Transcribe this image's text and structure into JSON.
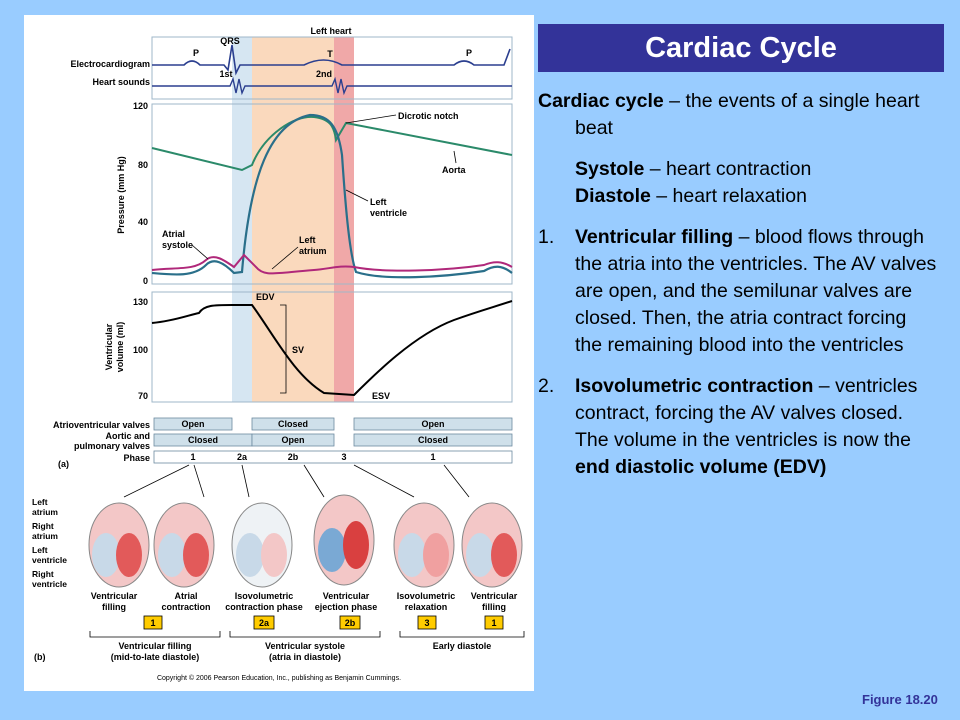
{
  "slide": {
    "title": "Cardiac Cycle",
    "figure_caption": "Figure 18.20"
  },
  "definition": {
    "term": "Cardiac cycle",
    "text": " – the events of a single heart beat"
  },
  "phases": {
    "systole_term": "Systole",
    "systole_text": " – heart contraction",
    "diastole_term": "Diastole",
    "diastole_text": " – heart relaxation"
  },
  "list": [
    {
      "number": "1.",
      "term": "Ventricular filling",
      "text": " – blood flows through the atria into the ventricles. The AV valves are open, and the semilunar valves are closed. Then, the atria contract forcing the remaining blood into the ventricles"
    },
    {
      "number": "2.",
      "term": "Isovolumetric contraction",
      "text": " – ventricles contract, forcing the AV valves closed. The volume in the ventricles is now the ",
      "term2": "end diastolic volume (EDV)"
    }
  ],
  "figure": {
    "left_heart": "Left heart",
    "ecg_label": "Electrocardiogram",
    "heart_sounds_label": "Heart sounds",
    "wave_p": "P",
    "wave_qrs": "QRS",
    "wave_t": "T",
    "sound_1st": "1st",
    "sound_2nd": "2nd",
    "pressure_axis": "Pressure (mm Hg)",
    "pressure_ticks": [
      "120",
      "80",
      "40",
      "0"
    ],
    "dicrotic_notch": "Dicrotic notch",
    "aorta": "Aorta",
    "left_ventricle": [
      "Left",
      "ventricle"
    ],
    "left_atrium": [
      "Left",
      "atrium"
    ],
    "atrial_systole": [
      "Atrial",
      "systole"
    ],
    "volume_axis": [
      "Ventricular",
      "volume (ml)"
    ],
    "volume_ticks": [
      "130",
      "100",
      "70"
    ],
    "edv": "EDV",
    "sv": "SV",
    "esv": "ESV",
    "av_valves_label": "Atrioventricular valves",
    "semilunar_label": [
      "Aortic and",
      "pulmonary valves"
    ],
    "phase_label": "Phase",
    "part_a": "(a)",
    "part_b": "(b)",
    "av_states": [
      "Open",
      "Closed",
      "Open"
    ],
    "sl_states": [
      "Closed",
      "Open",
      "Closed"
    ],
    "phase_numbers": [
      "1",
      "2a",
      "2b",
      "3",
      "1"
    ],
    "heart_labels": [
      "Left",
      "atrium",
      "Right",
      "atrium",
      "Left",
      "ventricle",
      "Right",
      "ventricle"
    ],
    "stages": [
      [
        "Ventricular",
        "filling"
      ],
      [
        "Atrial",
        "contraction"
      ],
      [
        "Isovolumetric",
        "contraction phase"
      ],
      [
        "Ventricular",
        "ejection phase"
      ],
      [
        "Isovolumetric",
        "relaxation"
      ],
      [
        "Ventricular",
        "filling"
      ]
    ],
    "stage_badges": [
      "1",
      "2a",
      "2b",
      "3",
      "1"
    ],
    "groups": [
      [
        "Ventricular filling",
        "(mid-to-late diastole)"
      ],
      [
        "Ventricular systole",
        "(atria in diastole)"
      ],
      [
        "Early diastole"
      ]
    ],
    "copyright": "Copyright © 2006 Pearson Education, Inc., publishing as Benjamin Cummings."
  },
  "colors": {
    "background": "#99ccff",
    "title_bar": "#333399",
    "systole_band": "#fad9bd",
    "relaxation_band": "#f0a8a8",
    "ecg_trace": "#2b3f8f",
    "aorta_trace": "#2b8a6a",
    "ventricle_trace": "#2a6f8a",
    "atrium_trace": "#b0287a"
  }
}
